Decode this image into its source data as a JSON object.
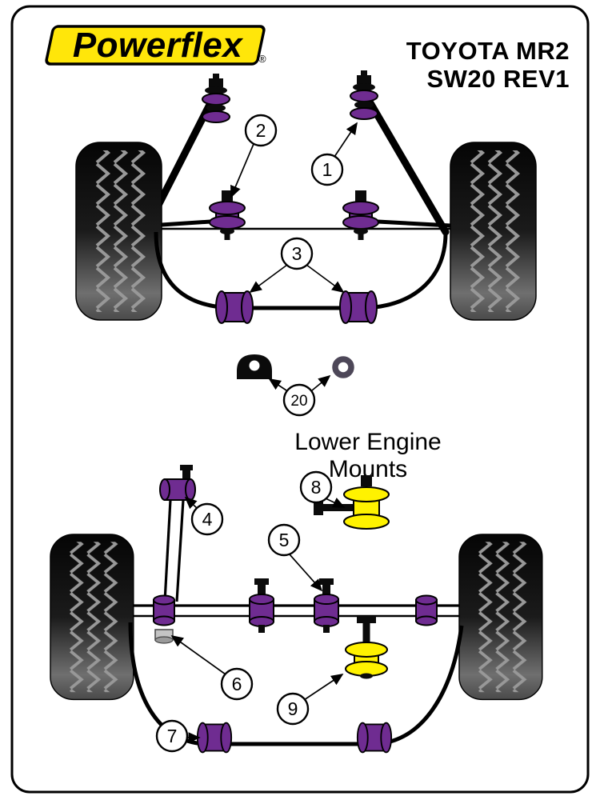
{
  "header": {
    "logo_text": "Powerflex",
    "registered_mark": "®",
    "title_line1": "TOYOTA MR2",
    "title_line2": "SW20 REV1"
  },
  "labels": {
    "engine_mounts_line1": "Lower Engine",
    "engine_mounts_line2": "Mounts"
  },
  "callouts": {
    "c1": "1",
    "c2": "2",
    "c3": "3",
    "c4": "4",
    "c5": "5",
    "c6": "6",
    "c7": "7",
    "c8": "8",
    "c9": "9",
    "c20": "20"
  },
  "colors": {
    "purple": "#6F2C91",
    "mount_yellow": "#FFF200",
    "logo_yellow": "#FFE60A",
    "tire_dark": "#0a0a0a",
    "tire_light": "#7d7d7d",
    "outline": "#000000",
    "background": "#ffffff"
  }
}
